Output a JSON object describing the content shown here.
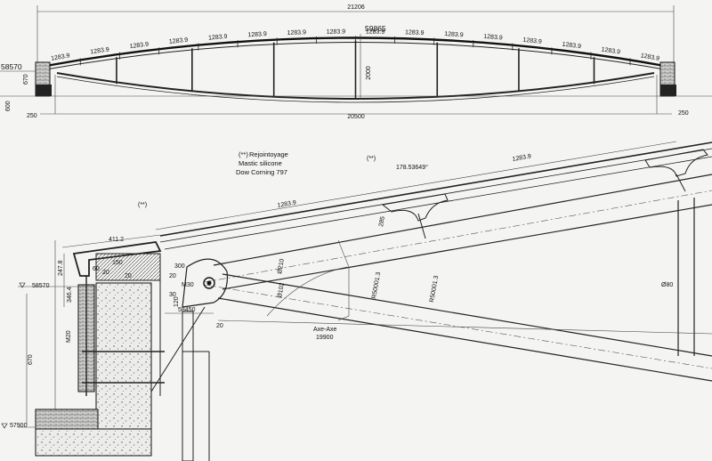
{
  "elevation": {
    "span_overall": "21206",
    "span_inner": "20500",
    "rise": "2000",
    "top_level": "59865",
    "support_level": "58570",
    "edge_left_offset": "250",
    "edge_right_offset": "250",
    "left_height_a": "670",
    "left_height_b": "600",
    "segment_label": "1283.9",
    "segment_count": 16
  },
  "detail": {
    "note_marker": "(**)",
    "note_lines": [
      "Rejointoyage",
      "Mastic silicone",
      "Dow Corning 797"
    ],
    "marker_small": "(**)",
    "dim_segment_upper": "1283.9",
    "dim_segment_lower": "1283.9",
    "dim_angle": "178.53649°",
    "dim_cap_width": "411.2",
    "dim_cap_height": "247.8",
    "dim_cap_offset": "346.4",
    "level_support": "58570",
    "level_bottom": "57900",
    "level_mid": "58450",
    "dim_height_670": "670",
    "anchor_label": "M20",
    "bolt_label": "M30",
    "dim_300": "300",
    "dim_30": "30",
    "dim_120": "120",
    "dim_20a": "20",
    "dim_20b": "20",
    "dim_20c": "20",
    "dim_60": "60",
    "dim_150": "150",
    "dim_20d": "20",
    "dia_210": "Ø210",
    "dia_102": "Ø102",
    "dia_80": "Ø80",
    "radius_a": "R50001.3",
    "radius_b": "R50001.3",
    "dim_285": "285",
    "axis_label": "Axe-Axe",
    "axis_value": "19900"
  },
  "colors": {
    "ink": "#111111",
    "paper": "#f4f4f2",
    "hatch": "#555555"
  }
}
